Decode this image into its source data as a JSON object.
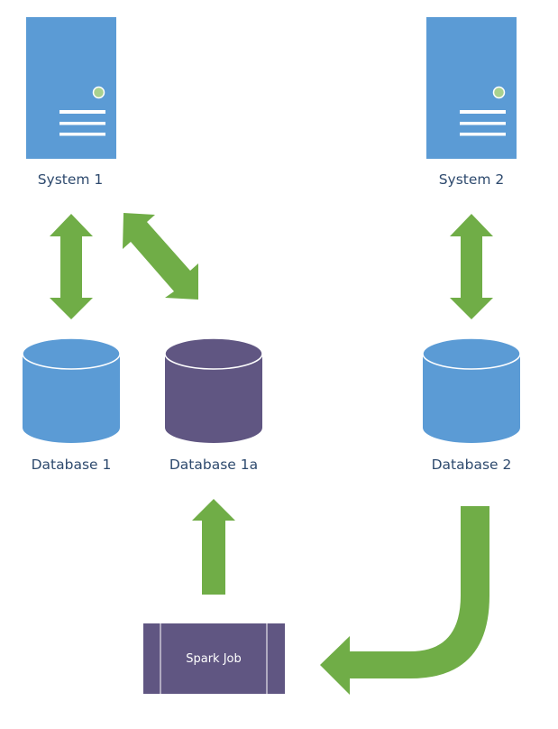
{
  "colors": {
    "server": "#5b9bd5",
    "database_blue": "#5b9bd5",
    "database_purple": "#605682",
    "arrow": "#70ad47",
    "status_led": "#a9d18e",
    "label_text": "#2e4a6e",
    "job_text": "#ffffff"
  },
  "nodes": {
    "system1": {
      "label": "System 1",
      "icon": "server-icon"
    },
    "system2": {
      "label": "System 2",
      "icon": "server-icon"
    },
    "database1": {
      "label": "Database 1",
      "icon": "database-icon"
    },
    "database1a": {
      "label": "Database 1a",
      "icon": "database-icon"
    },
    "database2": {
      "label": "Database 2",
      "icon": "database-icon"
    },
    "spark_job": {
      "label": "Spark Job",
      "icon": "process-box"
    }
  },
  "edges": [
    {
      "from": "System 1",
      "to": "Database 1",
      "direction": "bidirectional"
    },
    {
      "from": "System 1",
      "to": "Database 1a",
      "direction": "bidirectional"
    },
    {
      "from": "System 2",
      "to": "Database 2",
      "direction": "bidirectional"
    },
    {
      "from": "Database 2",
      "to": "Spark Job",
      "direction": "one-way"
    },
    {
      "from": "Spark Job",
      "to": "Database 1a",
      "direction": "one-way"
    }
  ]
}
